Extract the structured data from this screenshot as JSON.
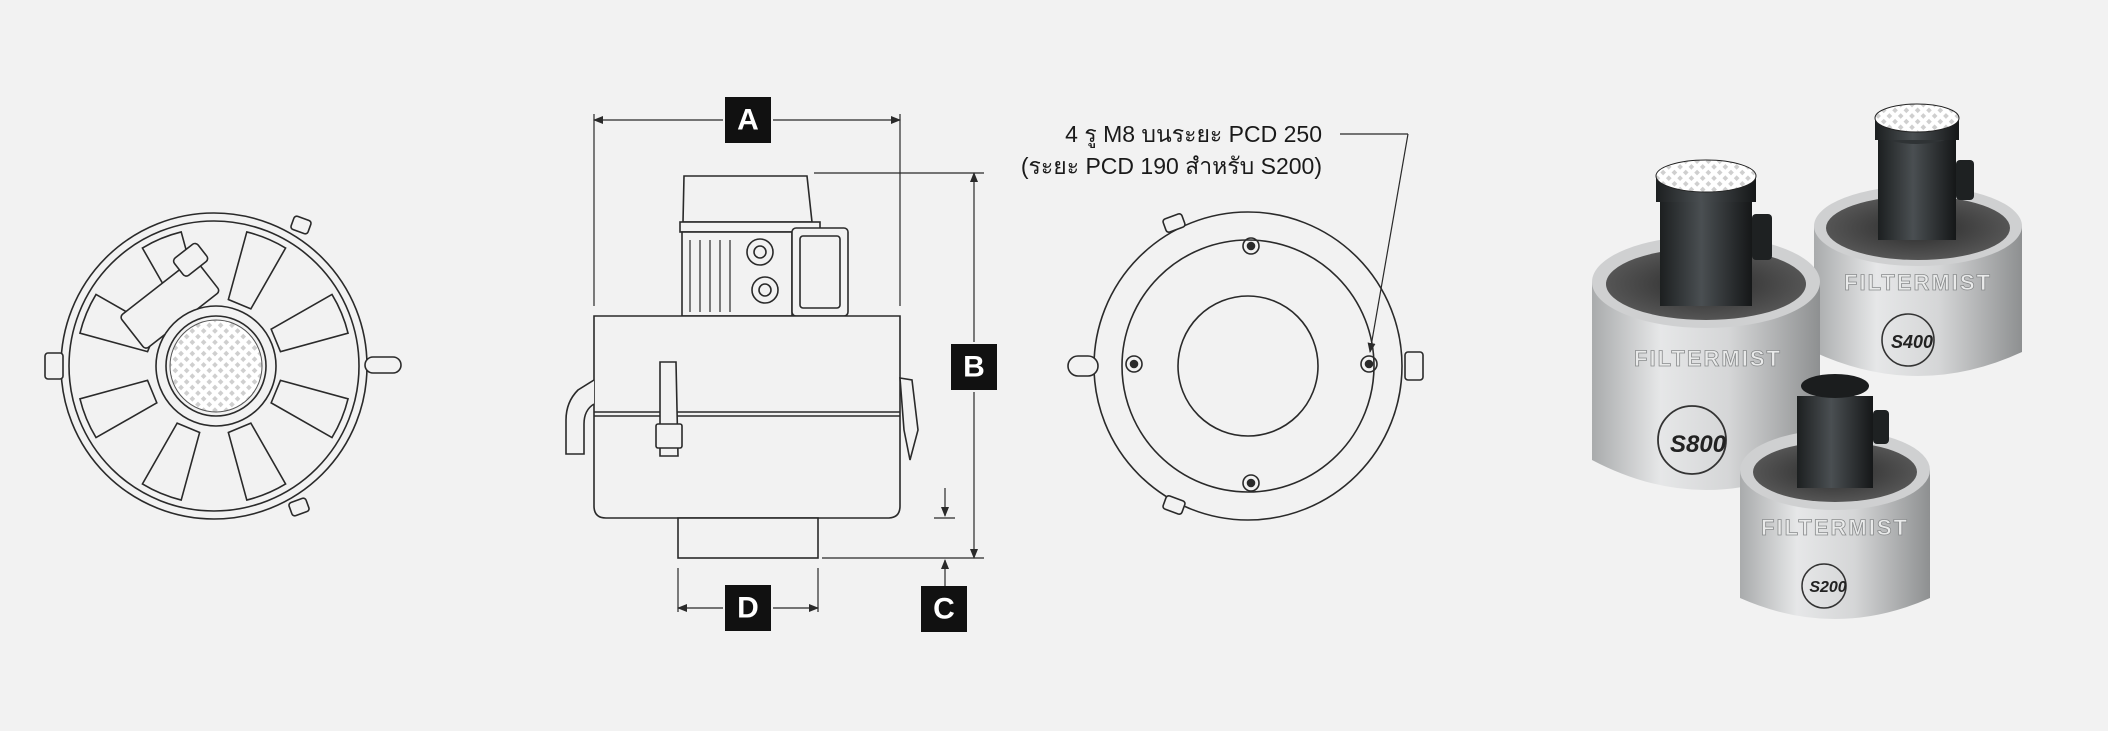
{
  "labels": {
    "a": "A",
    "b": "B",
    "c": "C",
    "d": "D"
  },
  "note": {
    "line1": "4 รู M8 บนระยะ PCD 250",
    "line2": "(ระยะ PCD 190 สำหรับ S200)"
  },
  "products": {
    "brand": "FILTERMIST",
    "models": [
      "S800",
      "S400",
      "S200"
    ]
  },
  "colors": {
    "background": "#f2f2f2",
    "line": "#2a2a2a",
    "label_fill": "#111111",
    "label_text": "#ffffff",
    "unit_body": "#d9d9d9",
    "motor": "#2b2f31"
  }
}
